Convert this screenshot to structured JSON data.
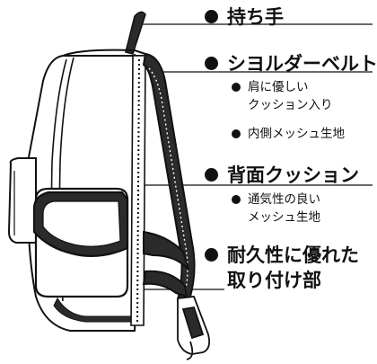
{
  "labels": {
    "handle": "持ち手",
    "shoulder_belt": "シヨルダーベルト",
    "shoulder_note_1": "肩に優しい",
    "shoulder_note_2": "クッション入り",
    "shoulder_note_3": "内側メッシュ生地",
    "back_cushion": "背面クッション",
    "back_note_1": "通気性の良い",
    "back_note_2": "メッシュ生地",
    "attachment_1": "耐久性に優れた",
    "attachment_2": "取り付け部"
  },
  "colors": {
    "ink": "#111111",
    "shade": "#2b2b2b",
    "panel": "#ffffff"
  }
}
